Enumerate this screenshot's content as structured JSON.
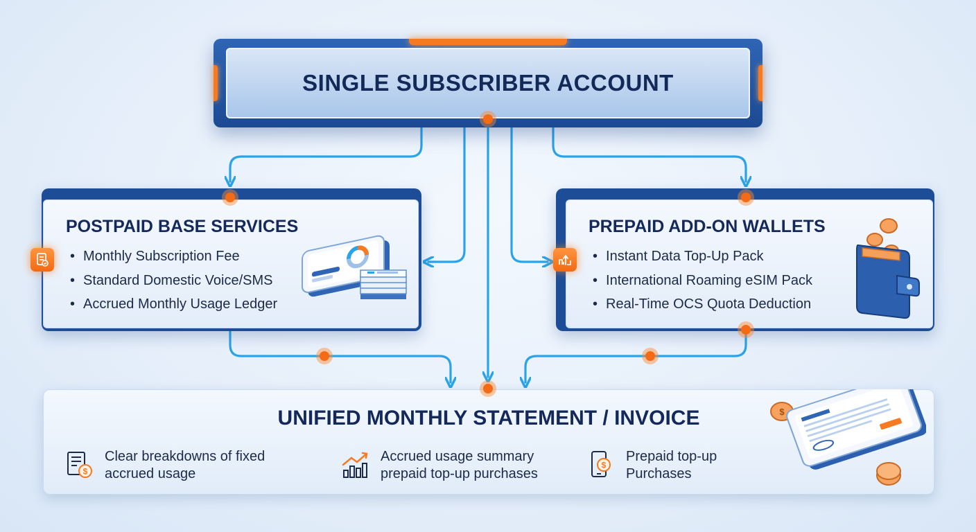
{
  "account": {
    "title": "SINGLE SUBSCRIBER ACCOUNT"
  },
  "postpaid": {
    "title": "POSTPAID BASE SERVICES",
    "items": [
      "Monthly Subscription Fee",
      "Standard Domestic Voice/SMS",
      "Accrued Monthly Usage Ledger"
    ],
    "badge_icon": "document-check-icon",
    "illustration_icon": "smartphone-billing-icon"
  },
  "prepaid": {
    "title": "PREPAID ADD-ON WALLETS",
    "items": [
      "Instant Data Top-Up Pack",
      "International Roaming eSIM Pack",
      "Real-Time OCS Quota Deduction"
    ],
    "badge_icon": "top-up-chart-icon",
    "illustration_icon": "wallet-coins-icon"
  },
  "statement": {
    "title": "UNIFIED MONTHLY STATEMENT / INVOICE",
    "features": [
      {
        "icon": "invoice-dollar-icon",
        "line1": "Clear  breakdowns  of fixed",
        "line2": "accrued usage"
      },
      {
        "icon": "growth-chart-icon",
        "line1": "Accrued usage summary",
        "line2": "prepaid top-up purchases"
      },
      {
        "icon": "phone-coin-icon",
        "line1": "Prepaid top-up",
        "line2": "Purchases"
      }
    ],
    "illustration_icon": "invoice-tablet-icon"
  },
  "colors": {
    "navy": "#1e4d97",
    "accent_orange": "#f57a22",
    "connector_blue": "#2ba3e6",
    "background": "#e6effa",
    "text_dark": "#14285a"
  }
}
